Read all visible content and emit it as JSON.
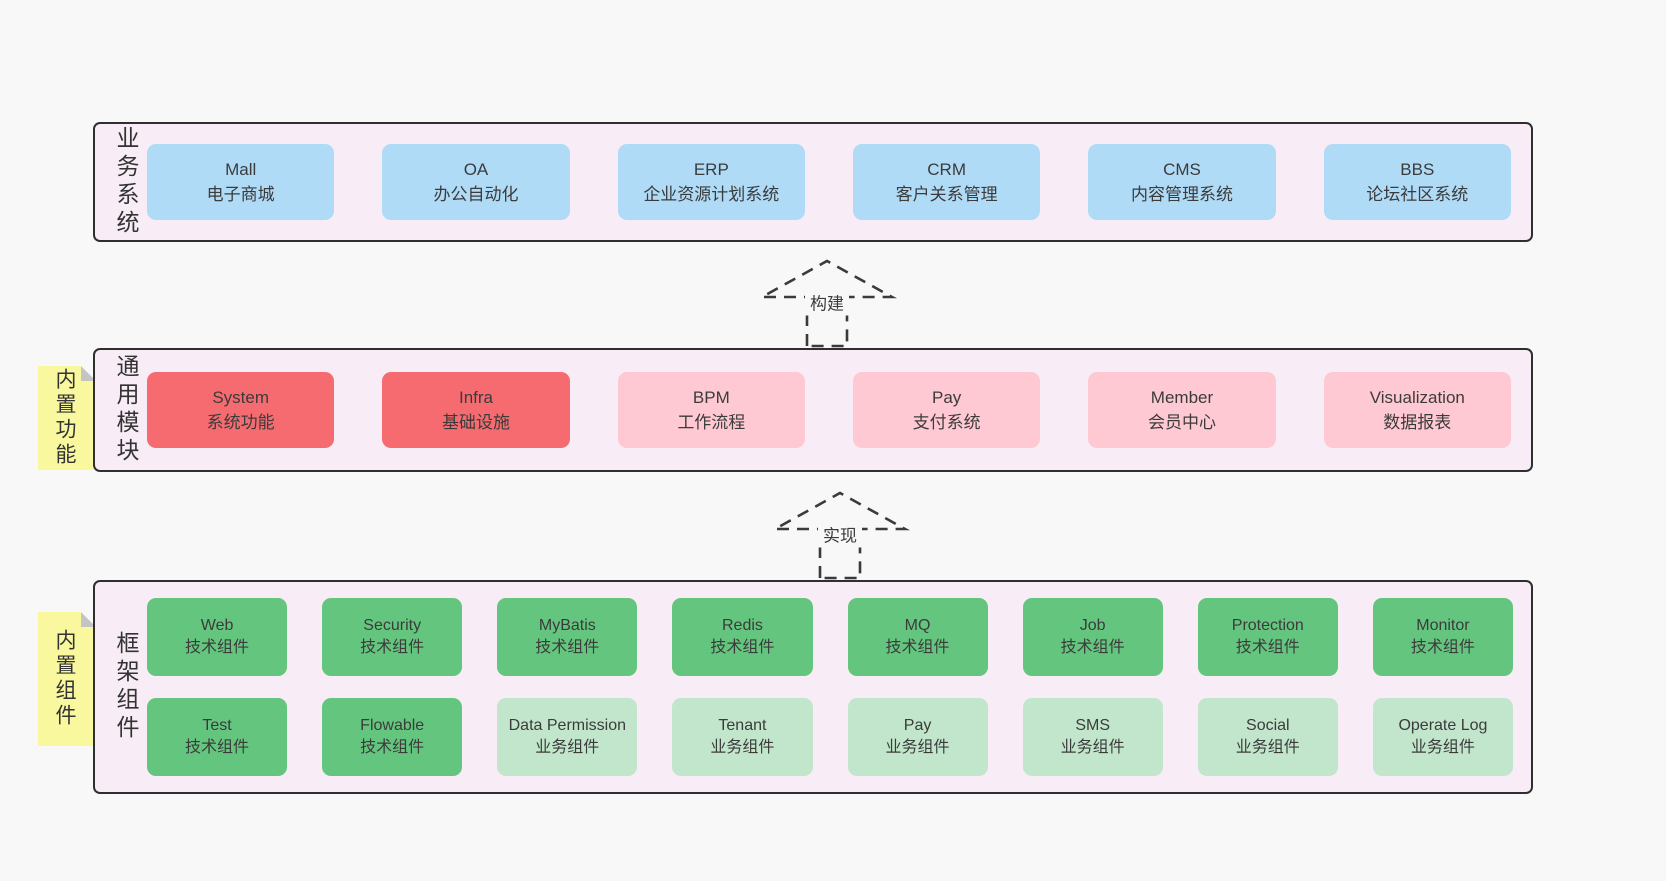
{
  "colors": {
    "page_bg": "#f8f8f8",
    "container_bg": "#f8edf6",
    "container_border": "#2f2f2f",
    "business_box_blue": "#afdbf7",
    "module_box_red": "#f66b6f",
    "module_box_pink": "#ffc9d3",
    "framework_box_green": "#64c67e",
    "framework_box_lightgreen": "#c2e6cb",
    "tag_yellow": "#f9f89e",
    "tag_fold_gray": "#c4c4c4",
    "text": "#3b3b3b"
  },
  "arrows": {
    "build": "构建",
    "implement": "实现"
  },
  "tags": {
    "modules": "内置功能",
    "framework": "内置组件"
  },
  "layers": {
    "business": {
      "label": "业务系统",
      "items": [
        {
          "en": "Mall",
          "zh": "电子商城"
        },
        {
          "en": "OA",
          "zh": "办公自动化"
        },
        {
          "en": "ERP",
          "zh": "企业资源计划系统"
        },
        {
          "en": "CRM",
          "zh": "客户关系管理"
        },
        {
          "en": "CMS",
          "zh": "内容管理系统"
        },
        {
          "en": "BBS",
          "zh": "论坛社区系统"
        }
      ]
    },
    "modules": {
      "label": "通用模块",
      "items": [
        {
          "en": "System",
          "zh": "系统功能"
        },
        {
          "en": "Infra",
          "zh": "基础设施"
        },
        {
          "en": "BPM",
          "zh": "工作流程"
        },
        {
          "en": "Pay",
          "zh": "支付系统"
        },
        {
          "en": "Member",
          "zh": "会员中心"
        },
        {
          "en": "Visualization",
          "zh": "数据报表"
        }
      ]
    },
    "framework": {
      "label": "框架组件",
      "row1": [
        {
          "en": "Web",
          "zh": "技术组件"
        },
        {
          "en": "Security",
          "zh": "技术组件"
        },
        {
          "en": "MyBatis",
          "zh": "技术组件"
        },
        {
          "en": "Redis",
          "zh": "技术组件"
        },
        {
          "en": "MQ",
          "zh": "技术组件"
        },
        {
          "en": "Job",
          "zh": "技术组件"
        },
        {
          "en": "Protection",
          "zh": "技术组件"
        },
        {
          "en": "Monitor",
          "zh": "技术组件"
        }
      ],
      "row2": [
        {
          "en": "Test",
          "zh": "技术组件"
        },
        {
          "en": "Flowable",
          "zh": "技术组件"
        },
        {
          "en": "Data Permission",
          "zh": "业务组件"
        },
        {
          "en": "Tenant",
          "zh": "业务组件"
        },
        {
          "en": "Pay",
          "zh": "业务组件"
        },
        {
          "en": "SMS",
          "zh": "业务组件"
        },
        {
          "en": "Social",
          "zh": "业务组件"
        },
        {
          "en": "Operate Log",
          "zh": "业务组件"
        }
      ]
    }
  }
}
